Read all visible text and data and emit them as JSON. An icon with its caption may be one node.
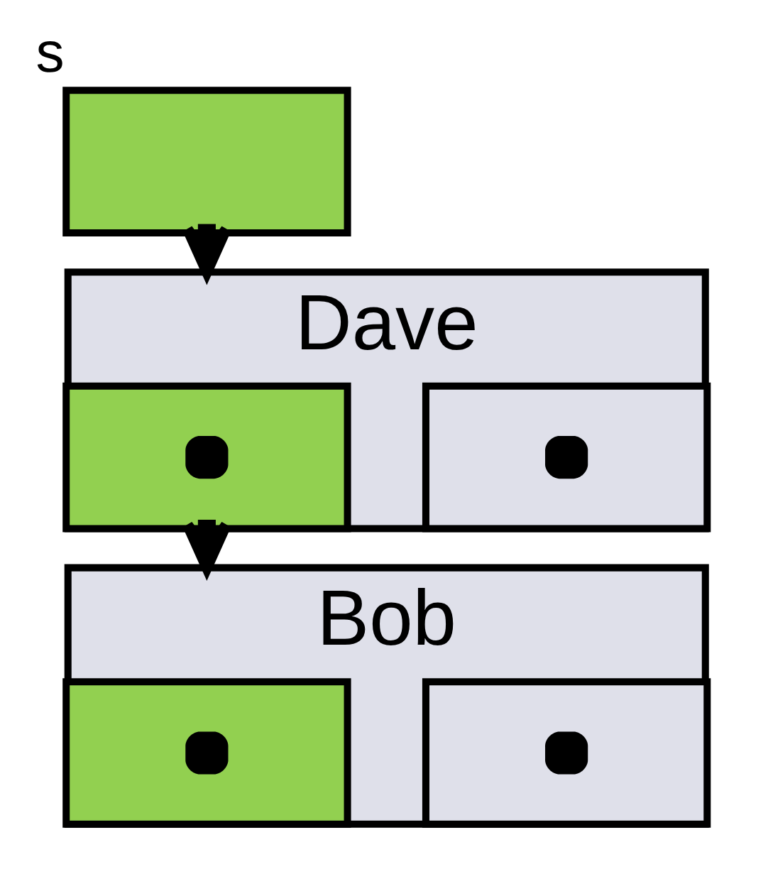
{
  "diagram": {
    "nodes": [
      {
        "text": [],
        "shape": "box",
        "beside": [
          "s"
        ]
      },
      {
        "text": [
          "Dave"
        ]
      },
      {
        "text": [],
        "shape": "box",
        "in": 1
      },
      {
        "text": [],
        "shape": "box",
        "in": 1
      },
      {
        "text": [
          "Bob"
        ]
      },
      {
        "text": [],
        "shape": "box",
        "in": 4
      },
      {
        "text": [],
        "shape": "box",
        "in": 4
      }
    ],
    "edges": [
      {
        "from": 0,
        "to": 1,
        "arrow": "to"
      },
      {
        "from": 2,
        "to": 4,
        "arrow": "to"
      }
    ]
  }
}
